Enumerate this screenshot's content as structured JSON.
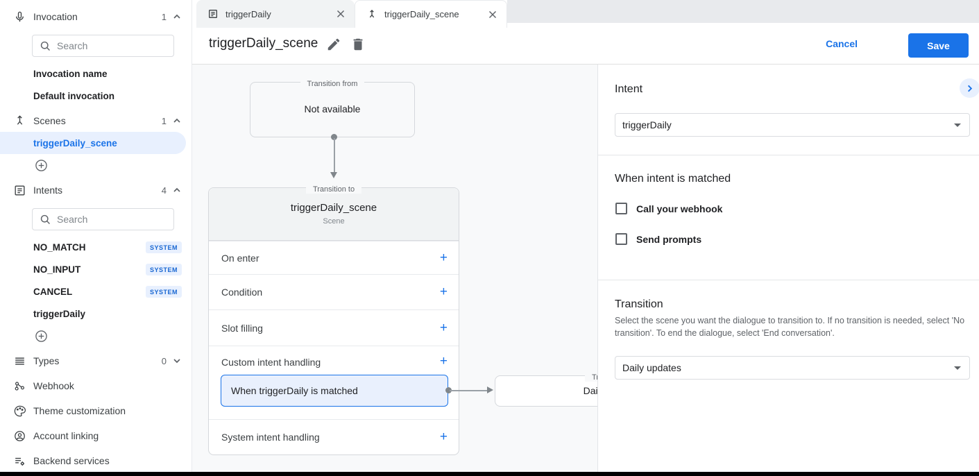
{
  "colors": {
    "accent": "#1a73e8",
    "selected_bg": "#e8f0fe",
    "badge_text": "#1967d2",
    "canvas_bg": "#f8f9fa"
  },
  "sidebar": {
    "search_placeholder": "Search",
    "invocation": {
      "label": "Invocation",
      "count": "1"
    },
    "invocation_items": [
      "Invocation name",
      "Default invocation"
    ],
    "scenes": {
      "label": "Scenes",
      "count": "1"
    },
    "scene_items": [
      "triggerDaily_scene"
    ],
    "intents": {
      "label": "Intents",
      "count": "4"
    },
    "intent_items": [
      {
        "label": "NO_MATCH",
        "badge": "SYSTEM"
      },
      {
        "label": "NO_INPUT",
        "badge": "SYSTEM"
      },
      {
        "label": "CANCEL",
        "badge": "SYSTEM"
      },
      {
        "label": "triggerDaily",
        "badge": ""
      }
    ],
    "types": {
      "label": "Types",
      "count": "0"
    },
    "links": [
      "Webhook",
      "Theme customization",
      "Account linking",
      "Backend services"
    ]
  },
  "tabs": [
    {
      "label": "triggerDaily"
    },
    {
      "label": "triggerDaily_scene"
    }
  ],
  "header": {
    "title": "triggerDaily_scene",
    "cancel_label": "Cancel",
    "save_label": "Save"
  },
  "canvas": {
    "transition_from": {
      "legend": "Transition from",
      "content": "Not available"
    },
    "scene_card": {
      "legend": "Transition to",
      "title": "triggerDaily_scene",
      "subtitle": "Scene",
      "add_icon": "+",
      "rows": [
        "On enter",
        "Condition",
        "Slot filling",
        "Custom intent handling",
        "System intent handling"
      ],
      "matched_item": "When triggerDaily is matched"
    },
    "target_card": {
      "legend": "Transition to",
      "content": "Daily updates"
    }
  },
  "panel": {
    "intent_heading": "Intent",
    "intent_value": "triggerDaily",
    "matched_heading": "When intent is matched",
    "checkboxes": [
      "Call your webhook",
      "Send prompts"
    ],
    "transition_heading": "Transition",
    "transition_description": "Select the scene you want the dialogue to transition to. If no transition is needed, select 'No transition'. To end the dialogue, select 'End conversation'.",
    "transition_value": "Daily updates"
  }
}
